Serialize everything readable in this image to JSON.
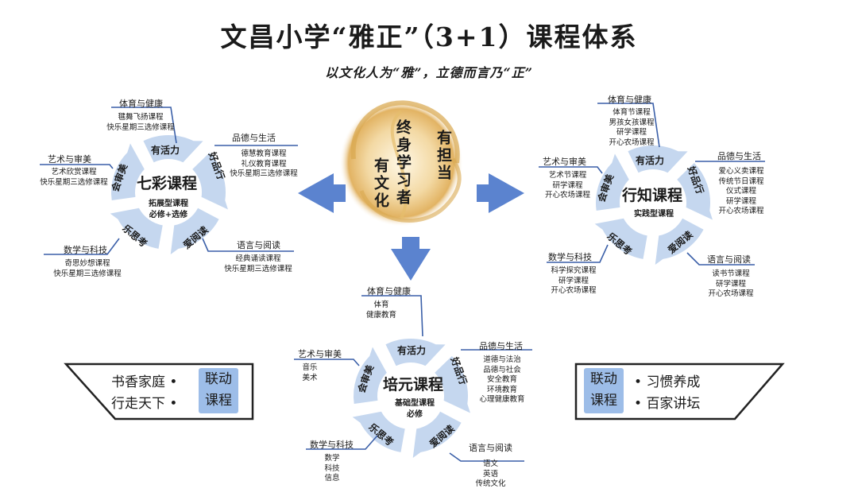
{
  "title": "文昌小学“雅正”（3+1）课程体系",
  "subtitle": "以文化人为“雅”，立德而言乃“正”",
  "center": {
    "top": "终身学习者",
    "right": "有担当",
    "left": "有文化"
  },
  "segments": {
    "huoli": "有活力",
    "pinxing": "好品行",
    "yuedu": "爱阅读",
    "sikao": "乐思考",
    "shenmei": "会审美"
  },
  "qicai": {
    "name": "七彩课程",
    "type": "拓展型课程",
    "type2": "必修+选修",
    "tiyu": {
      "title": "体育与健康",
      "items": [
        "毽舞飞扬课程",
        "快乐星期三选修课程"
      ]
    },
    "pinde": {
      "title": "品德与生活",
      "items": [
        "德慧教育课程",
        "礼仪教育课程",
        "快乐星期三选修课程"
      ]
    },
    "yuyan": {
      "title": "语言与阅读",
      "items": [
        "经典诵读课程",
        "快乐星期三选修课程"
      ]
    },
    "shuxue": {
      "title": "数学与科技",
      "items": [
        "奇思妙想课程",
        "快乐星期三选修课程"
      ]
    },
    "yishu": {
      "title": "艺术与审美",
      "items": [
        "艺术欣赏课程",
        "快乐星期三选修课程"
      ]
    }
  },
  "xingzhi": {
    "name": "行知课程",
    "type": "实践型课程",
    "tiyu": {
      "title": "体育与健康",
      "items": [
        "体育节课程",
        "男孩女孩课程",
        "研学课程",
        "开心农场课程"
      ]
    },
    "pinde": {
      "title": "品德与生活",
      "items": [
        "爱心义卖课程",
        "传统节日课程",
        "仪式课程",
        "研学课程",
        "开心农场课程"
      ]
    },
    "yuyan": {
      "title": "语言与阅读",
      "items": [
        "读书节课程",
        "研学课程",
        "开心农场课程"
      ]
    },
    "shuxue": {
      "title": "数学与科技",
      "items": [
        "科学探究课程",
        "研学课程",
        "开心农场课程"
      ]
    },
    "yishu": {
      "title": "艺术与审美",
      "items": [
        "艺术节课程",
        "研学课程",
        "开心农场课程"
      ]
    }
  },
  "peiyuan": {
    "name": "培元课程",
    "type": "基础型课程",
    "type2": "必修",
    "tiyu": {
      "title": "体育与健康",
      "items": [
        "体育",
        "健康教育"
      ]
    },
    "pinde": {
      "title": "品德与生活",
      "items": [
        "道德与法治",
        "品德与社会",
        "安全教育",
        "环境教育",
        "心理健康教育"
      ]
    },
    "yuyan": {
      "title": "语言与阅读",
      "items": [
        "语文",
        "英语",
        "传统文化"
      ]
    },
    "shuxue": {
      "title": "数学与科技",
      "items": [
        "数学",
        "科技",
        "信息"
      ]
    },
    "yishu": {
      "title": "艺术与审美",
      "items": [
        "音乐",
        "美术"
      ]
    }
  },
  "lian_left": {
    "items": [
      "书香家庭",
      "行走天下"
    ],
    "tag": [
      "联动",
      "课程"
    ]
  },
  "lian_right": {
    "items": [
      "习惯养成",
      "百家讲坛"
    ],
    "tag": [
      "联动",
      "课程"
    ]
  },
  "colors": {
    "wheel": "#c5d7ef",
    "line": "#3a5fa8",
    "arrow": "#5b83cf",
    "tag": "#9dbde8",
    "gold": "#d4a34a"
  }
}
